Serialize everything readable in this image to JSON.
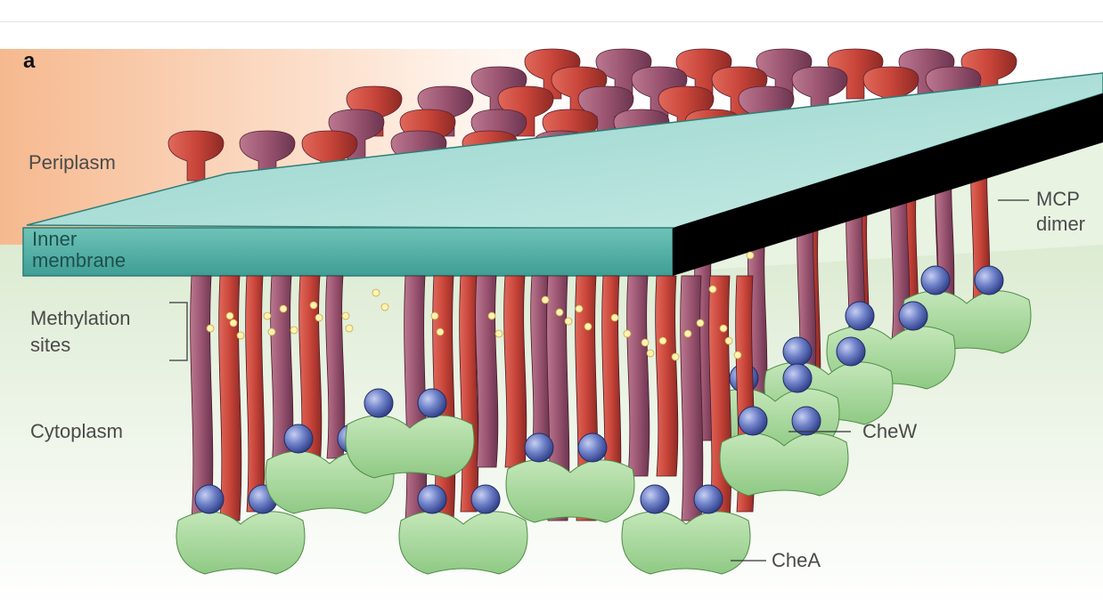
{
  "figure": {
    "panel_letter": "a",
    "labels": {
      "periplasm": "Periplasm",
      "inner_membrane": "Inner\nmembrane",
      "methylation_sites": "Methylation\nsites",
      "cytoplasm": "Cytoplasm",
      "mcp_dimer": "MCP\ndimer",
      "chew": "CheW",
      "chea": "CheA"
    }
  },
  "colors": {
    "periplasm_tint": "#f6b98f",
    "cytoplasm_tint": "#dcebd2",
    "membrane": "#8fd0c8",
    "mcp_red": "#c9453a",
    "mcp_mauve": "#9a5470",
    "chew_blue": "#6c7fc6",
    "chea_green": "#a7d79a",
    "methyl_dot": "#fff3b0"
  }
}
